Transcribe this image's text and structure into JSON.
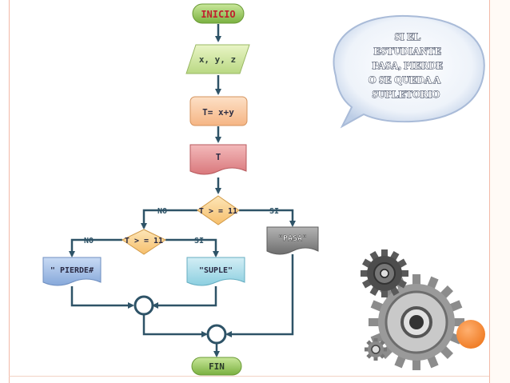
{
  "flowchart": {
    "start": "INICIO",
    "input": "x, y, z",
    "process": "T= x+y",
    "output": "T",
    "decision1": "T > = 11",
    "decision1_no": "NO",
    "decision1_yes": "SI",
    "decision2": "T > = 11",
    "decision2_no": "NO",
    "decision2_yes": "SI",
    "out_lose": "\" PIERDE#",
    "out_supple": "\"SUPLE\"",
    "out_pass": "\"PASA\"",
    "end": "FIN"
  },
  "callout": {
    "lines": [
      "SI EL",
      "ESTUDIANTE",
      "PASA, PIERDE",
      "O SE QUEDA A",
      "SUPLETORIO"
    ]
  },
  "colors": {
    "arrow": "#2e5367",
    "start_end_fill": "#8fbc55",
    "start_text": "#c0202e",
    "input_fill": "#cfe59a",
    "process_fill": "#f8c79f",
    "output_fill": "#e08d90",
    "decision_fill": "#fbd08e",
    "doc_blue": "#9ebbe4",
    "doc_cyan": "#a8dbe8",
    "doc_gray": "#8a8a8a",
    "gear_gray": "#9a9a9a",
    "gear_dark": "#555555",
    "orange": "#f28a3a"
  }
}
